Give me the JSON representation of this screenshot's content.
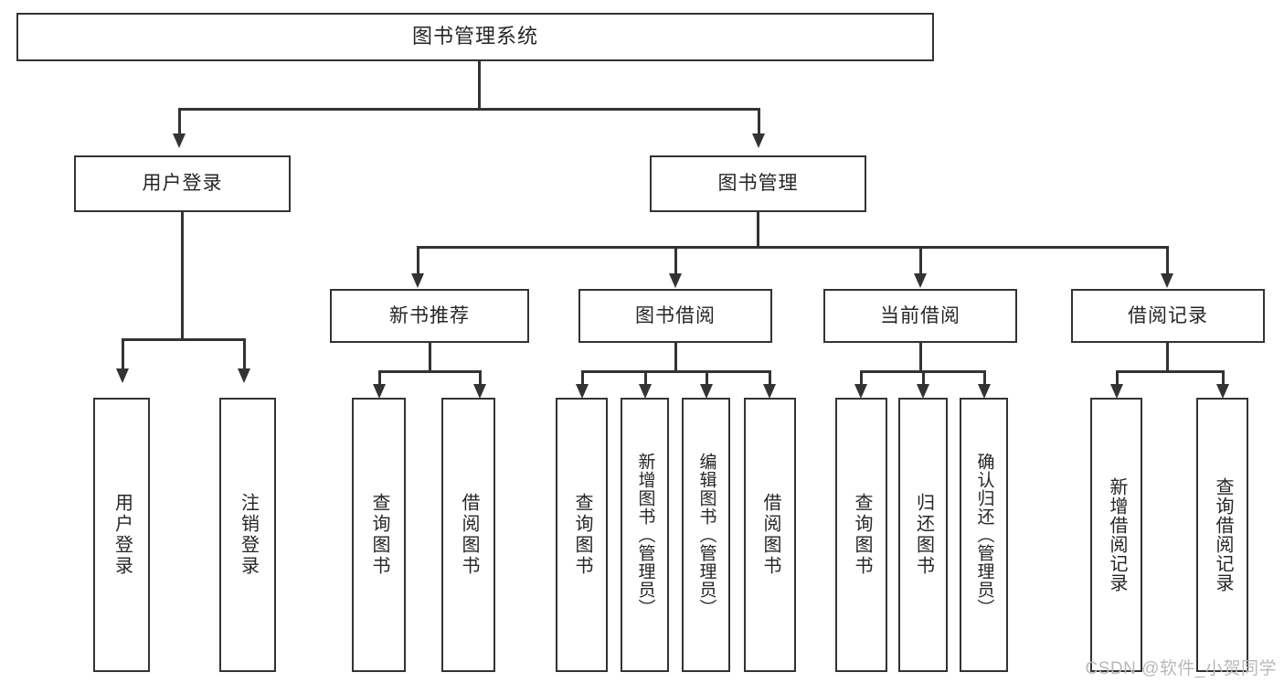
{
  "diagram": {
    "title": "图书管理系统",
    "type": "tree",
    "root": {
      "id": "root",
      "label": "图书管理系统",
      "orientation": "horizontal"
    },
    "level2": [
      {
        "id": "user-login",
        "label": "用户登录",
        "orientation": "horizontal"
      },
      {
        "id": "book-manage",
        "label": "图书管理",
        "orientation": "horizontal"
      }
    ],
    "level3": [
      {
        "id": "new-book-recommend",
        "label": "新书推荐",
        "orientation": "horizontal"
      },
      {
        "id": "book-borrow",
        "label": "图书借阅",
        "orientation": "horizontal"
      },
      {
        "id": "current-borrow",
        "label": "当前借阅",
        "orientation": "horizontal"
      },
      {
        "id": "borrow-record",
        "label": "借阅记录",
        "orientation": "horizontal"
      }
    ],
    "leaves": [
      {
        "id": "leaf-user-login",
        "label": "用户登录",
        "parent": "user-login",
        "orientation": "vertical"
      },
      {
        "id": "leaf-user-logout",
        "label": "注销登录",
        "parent": "user-login",
        "orientation": "vertical"
      },
      {
        "id": "leaf-query-book-1",
        "label": "查询图书",
        "parent": "new-book-recommend",
        "orientation": "vertical"
      },
      {
        "id": "leaf-borrow-book-1",
        "label": "借阅图书",
        "parent": "new-book-recommend",
        "orientation": "vertical"
      },
      {
        "id": "leaf-query-book-2",
        "label": "查询图书",
        "parent": "book-borrow",
        "orientation": "vertical"
      },
      {
        "id": "leaf-add-book",
        "label": "新增图书（管理员）",
        "parent": "book-borrow",
        "orientation": "vertical"
      },
      {
        "id": "leaf-edit-book",
        "label": "编辑图书（管理员）",
        "parent": "book-borrow",
        "orientation": "vertical"
      },
      {
        "id": "leaf-borrow-book-2",
        "label": "借阅图书",
        "parent": "book-borrow",
        "orientation": "vertical"
      },
      {
        "id": "leaf-query-book-3",
        "label": "查询图书",
        "parent": "current-borrow",
        "orientation": "vertical"
      },
      {
        "id": "leaf-return-book",
        "label": "归还图书",
        "parent": "current-borrow",
        "orientation": "vertical"
      },
      {
        "id": "leaf-confirm-return",
        "label": "确认归还（管理员）",
        "parent": "current-borrow",
        "orientation": "vertical"
      },
      {
        "id": "leaf-add-record",
        "label": "新增借阅记录",
        "parent": "borrow-record",
        "orientation": "vertical"
      },
      {
        "id": "leaf-query-record",
        "label": "查询借阅记录",
        "parent": "borrow-record",
        "orientation": "vertical"
      }
    ],
    "colors": {
      "box_border": "#333333",
      "box_fill": "#ffffff",
      "text": "#262626",
      "connector": "#333333",
      "watermark": "#b9b9b9",
      "background": "#ffffff"
    }
  },
  "watermark": {
    "text": "CSDN @软件_小贺同学"
  }
}
